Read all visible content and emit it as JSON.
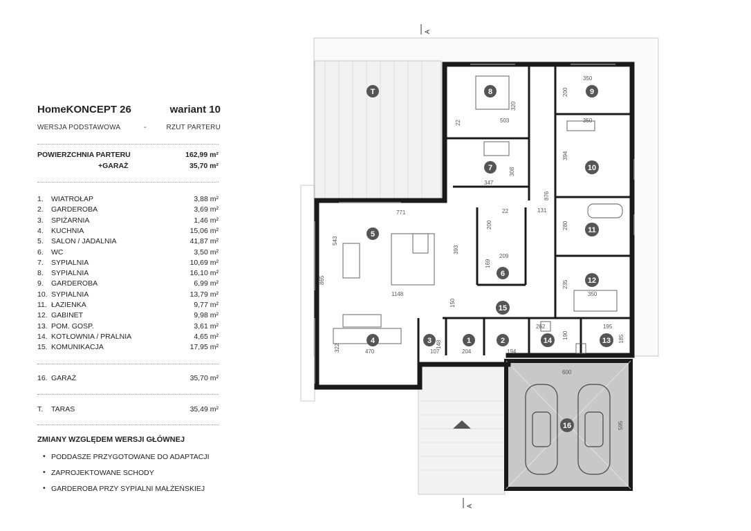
{
  "header": {
    "project": "HomeKONCEPT 26",
    "variant": "wariant 10",
    "version": "WERSJA PODSTAWOWA",
    "separator": "-",
    "view": "RZUT PARTERU"
  },
  "areas": {
    "ground_label": "POWIERZCHNIA PARTERU",
    "ground_value": "162,99 m²",
    "garage_label": "+GARAŻ",
    "garage_value": "35,70 m²"
  },
  "rooms": [
    {
      "num": "1.",
      "name": "WIATROŁAP",
      "area": "3,88 m²"
    },
    {
      "num": "2.",
      "name": "GARDEROBA",
      "area": "3,69 m²"
    },
    {
      "num": "3.",
      "name": "SPIŻARNIA",
      "area": "1,46 m²"
    },
    {
      "num": "4.",
      "name": "KUCHNIA",
      "area": "15,06 m²"
    },
    {
      "num": "5.",
      "name": "SALON / JADALNIA",
      "area": "41,87 m²"
    },
    {
      "num": "6.",
      "name": "WC",
      "area": "3,50 m²"
    },
    {
      "num": "7.",
      "name": "SYPIALNIA",
      "area": "10,69 m²"
    },
    {
      "num": "8.",
      "name": "SYPIALNIA",
      "area": "16,10 m²"
    },
    {
      "num": "9.",
      "name": "GARDEROBA",
      "area": "6,99 m²"
    },
    {
      "num": "10.",
      "name": "SYPIALNIA",
      "area": "13,79 m²"
    },
    {
      "num": "11.",
      "name": "ŁAZIENKA",
      "area": "9,77 m²"
    },
    {
      "num": "12.",
      "name": "GABINET",
      "area": "9,98 m²"
    },
    {
      "num": "13.",
      "name": "POM. GOSP.",
      "area": "3,61 m²"
    },
    {
      "num": "14.",
      "name": "KOTŁOWNIA / PRALNIA",
      "area": "4,65 m²"
    },
    {
      "num": "15.",
      "name": "KOMUNIKACJA",
      "area": "17,95 m²"
    }
  ],
  "garage": {
    "num": "16.",
    "name": "GARAŻ",
    "area": "35,70 m²"
  },
  "terrace": {
    "num": "T.",
    "name": "TARAS",
    "area": "35,49 m²"
  },
  "changes": {
    "heading": "ZMIANY WZGLĘDEM WERSJI GŁÓWNEJ",
    "bullet": "•",
    "items": [
      "PODDASZE PRZYGOTOWANE DO ADAPTACJI",
      "ZAPROJEKTOWANE SCHODY",
      "GARDEROBA PRZY SYPIALNI MAŁŻEŃSKIEJ"
    ]
  },
  "plan": {
    "section_marker": "A",
    "room_labels": [
      "1",
      "2",
      "3",
      "4",
      "5",
      "6",
      "7",
      "8",
      "9",
      "10",
      "11",
      "12",
      "13",
      "14",
      "15",
      "16",
      "T"
    ],
    "dimensions": [
      "771",
      "1148",
      "865",
      "543",
      "393",
      "150",
      "322",
      "470",
      "503",
      "320",
      "347",
      "308",
      "350",
      "200",
      "394",
      "876",
      "131",
      "280",
      "235",
      "262",
      "195",
      "185",
      "190",
      "204",
      "194",
      "107",
      "148",
      "169",
      "209",
      "22",
      "600",
      "595"
    ],
    "colors": {
      "wall": "#1a1a1a",
      "garage_floor": "#c8c8c8",
      "terrace": "#f4f4f4",
      "label_disc": "#555555",
      "dim_line": "#9a9a9a",
      "hatch": "#dddddd"
    }
  }
}
